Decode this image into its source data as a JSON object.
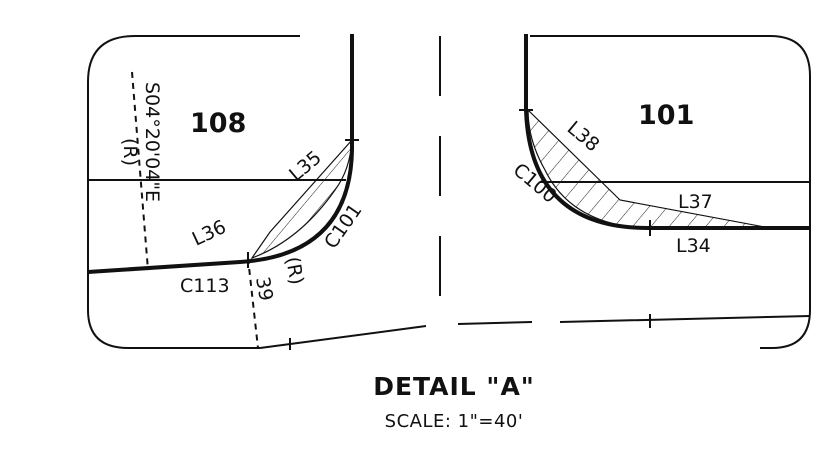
{
  "lots": {
    "left": "108",
    "right": "101"
  },
  "bearing": {
    "text": "S04°20'04\"E",
    "radial": "(R)"
  },
  "labels": {
    "l35": "L35",
    "l36": "L36",
    "c101": "C101",
    "c113": "C113",
    "l39": "39",
    "radial_lower": "(R)",
    "l38": "L38",
    "c100": "C100",
    "l37": "L37",
    "l34": "L34"
  },
  "title": "DETAIL \"A\"",
  "scale": "SCALE:  1\"=40'"
}
